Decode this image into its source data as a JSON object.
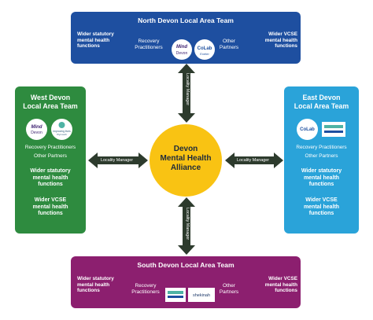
{
  "colors": {
    "north": "#1e4fa0",
    "south": "#8c1f6f",
    "west": "#2e8b3f",
    "east": "#2aa3d9",
    "center": "#f9c313",
    "arrow": "#2d3b2d"
  },
  "center": {
    "line1": "Devon",
    "line2": "Mental Health",
    "line3": "Alliance"
  },
  "connector_label": "Locality Manager",
  "north": {
    "title": "North Devon Local Area Team",
    "left": [
      "Wider statutory",
      "mental health",
      "functions"
    ],
    "recovery": [
      "Recovery",
      "Practitioners"
    ],
    "other": [
      "Other",
      "Partners"
    ],
    "right": [
      "Wider VCSE",
      "mental health",
      "functions"
    ],
    "logos": [
      {
        "name": "mind-logo",
        "text": [
          "Mind",
          "Devon"
        ]
      },
      {
        "name": "colab-logo",
        "text": [
          "CoLab",
          "Exeter"
        ]
      }
    ]
  },
  "south": {
    "title": "South Devon Local Area Team",
    "left": [
      "Wider statutory",
      "mental health",
      "functions"
    ],
    "recovery": [
      "Recovery",
      "Practitioners"
    ],
    "other": [
      "Other",
      "Partners"
    ],
    "right": [
      "Wider VCSE",
      "mental health",
      "functions"
    ],
    "logos": [
      {
        "name": "partner-logo",
        "text": ""
      },
      {
        "name": "shekinah-logo",
        "text": "shekinah"
      }
    ]
  },
  "west": {
    "title": [
      "West Devon",
      "Local Area Team"
    ],
    "recovery": "Recovery Practitioners",
    "other": "Other Partners",
    "statutory": [
      "Wider statutory",
      "mental health",
      "functions"
    ],
    "vcse": [
      "Wider VCSE",
      "mental health",
      "functions"
    ],
    "logos": [
      {
        "name": "mind-logo",
        "text": [
          "Mind",
          "Devon"
        ]
      },
      {
        "name": "improving-lives-logo",
        "text": [
          "improving lives",
          "Plymouth"
        ]
      }
    ]
  },
  "east": {
    "title": [
      "East Devon",
      "Local Area Team"
    ],
    "recovery": "Recovery Practitioners",
    "other": "Other Partners",
    "statutory": [
      "Wider statutory",
      "mental health",
      "functions"
    ],
    "vcse": [
      "Wider VCSE",
      "mental health",
      "functions"
    ],
    "logos": [
      {
        "name": "colab-logo",
        "text": "CoLab"
      },
      {
        "name": "partner-logo",
        "text": ""
      }
    ]
  }
}
